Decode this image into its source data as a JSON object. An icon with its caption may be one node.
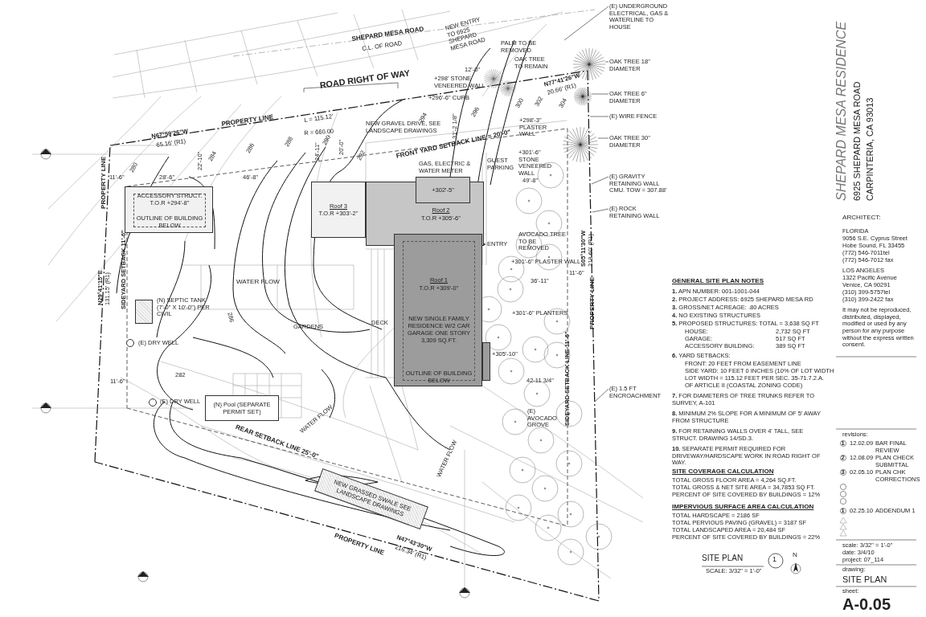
{
  "diagram": {
    "nodes": [
      {
        "text": [
          "Roof 3",
          "T.O.R +303'-2\""
        ]
      },
      {
        "text": [
          "Roof 2",
          "T.O.R +305'-6\""
        ]
      },
      {
        "text": [
          "+302'-5\""
        ]
      },
      {
        "text": [
          "Roof 1",
          "T.O.R +309'-0\"",
          "NEW SINGLE FAMILY RESIDENCE W/2 CAR GARAGE ONE STORY 3,309 SQ.FT.",
          "OUTLINE OF BUILDING BELOW"
        ]
      },
      {
        "text": [],
        "shape": "box",
        "beside": [
          "+305'-10\""
        ]
      },
      {
        "text": [
          "ACCESSORY STRUCT. T.O.R +294'-8\"",
          "OUTLINE OF BUILDING BELOW"
        ]
      },
      {
        "text": [
          "(N) Pool (SEPARATE PERMIT SET)"
        ]
      },
      {
        "text": [],
        "shape": "box",
        "beside": [
          "(N) SEPTIC TANK (7'-0\" X 10'-0\") PER CIVIL"
        ]
      },
      {
        "text": [
          "NEW GRASSED SWALE SEE LANDSCAPE DRAWINGS"
        ]
      },
      {
        "text": [],
        "shape": "circle",
        "beside": [
          "(E) DRY WELL"
        ]
      },
      {
        "text": [],
        "shape": "circle",
        "beside": [
          "(E) DRY WELL"
        ]
      },
      {
        "text": [
          "(E) UNDERGROUND ELECTRICAL, GAS & WATERLINE TO HOUSE"
        ]
      },
      {
        "text": [
          "OAK TREE 18\" DIAMETER"
        ]
      },
      {
        "text": [
          "OAK TREE 6\" DIAMETER"
        ]
      },
      {
        "text": [
          "(E) WIRE FENCE"
        ]
      },
      {
        "text": [
          "OAK TREE 30\" DIAMETER"
        ]
      },
      {
        "text": [
          "(E) GRAVITY RETAINING WALL CMU. TOW = 307.88'"
        ]
      },
      {
        "text": [
          "(E) ROCK RETAINING WALL"
        ]
      },
      {
        "text": [
          "(E) 1.5 FT ENCROACHMENT"
        ]
      },
      {
        "text": [
          "ENTRY"
        ]
      },
      {
        "text": [],
        "shape": "picture"
      },
      {
        "text": [],
        "shape": "picture"
      },
      {
        "text": [],
        "shape": "picture"
      }
    ],
    "edges": [
      {
        "from": 11,
        "to": null,
        "arrow": "none"
      },
      {
        "from": 12,
        "to": 20,
        "arrow": "none"
      },
      {
        "from": 13,
        "to": 21,
        "arrow": "none"
      },
      {
        "from": 14,
        "to": null,
        "arrow": "none"
      },
      {
        "from": 15,
        "to": 22,
        "arrow": "none"
      },
      {
        "from": 16,
        "to": null,
        "arrow": "none"
      },
      {
        "from": 17,
        "to": null,
        "arrow": "none"
      },
      {
        "from": 18,
        "to": null,
        "arrow": "none"
      },
      {
        "from": 19,
        "to": 3,
        "arrow": "to"
      }
    ],
    "labels": [
      "SHEPARD MESA ROAD",
      "C.L. OF ROAD",
      "ROAD RIGHT OF WAY",
      "PROPERTY LINE",
      "L = 115.12'",
      "R = 660.00",
      "N67°59'26\"W",
      "65.16' (R1)",
      "NEW ENTRY TO 6925 SHEPARD MESA ROAD",
      "PALM TO BE REMOVED",
      "OAK TREE TO REMAIN",
      "12'-0\"",
      "+298' STONE VENEERED WALL",
      "+296'-6\" CURB",
      "N77°41'26\"W",
      "20.66' (R1)",
      "NEW GRAVEL DRIVE, SEE LANDSCAPE DRAWINGS",
      "FRONT YARD SETBACK LINE = 20'-0\"",
      "GAS, ELECTRIC & WATER METER",
      "GUEST PARKING",
      "+298'-3\" PLASTER WALL",
      "+301'-6\" STONE VENEERED WALL",
      "49'-8\"",
      "AVOCADO TREE TO BE REMOVED",
      "+301'-6\" PLASTER WALL",
      "11'-6\"",
      "36'-11\"",
      "+301'-6\" PLANTERS",
      "42-11 3/4\"",
      "(E) AVOCADO GROVE",
      "SIDEYARD SETBACK LINE 11'-6\"",
      "PROPERTY LINE",
      "S05°11'30\"W",
      "218.60' (R1)",
      "11'-6\"",
      "28'-6\"",
      "46'-8\"",
      "22'-10\"",
      "24'-11\"",
      "20'-0\"",
      "31'-2 1/8\"",
      "PROPERTY LINE",
      "N29°41'15\"E",
      "131.15' (R1)",
      "SIDEYARD SETBACK 11'-6\"",
      "WATER FLOW",
      "GARDENS",
      "DECK",
      "WATER FLOW",
      "WATER FLOW",
      "11'-6\"",
      "REAR SETBACK LINE 25'-0\"",
      "PROPERTY LINE",
      "N47°43'30\"W",
      "216.34' (R1)",
      "280",
      "284",
      "286",
      "288",
      "290",
      "292",
      "294",
      "296",
      "300",
      "302",
      "304",
      "282",
      "286",
      "GENERAL SITE PLAN NOTES",
      "**1.** APN NUMBER: 001-1001-044",
      "**2.** PROJECT ADDRESS: 6925 SHEPARD MESA RD",
      "**3.** GROSS/NET ACREAGE: .80 ACRES",
      "**4.** NO EXISTING STRUCTURES",
      "**5.** PROPOSED STRUCTURES: TOTAL = 3,638 SQ FT",
      "HOUSE:",
      "2,732 SQ FT",
      "GARAGE:",
      "517 SQ FT",
      "ACCESSORY BUILDING:",
      "389 SQ FT",
      "**6.** YARD SETBACKS:",
      "FRONT: 20 FEET FROM EASEMENT LINE",
      "SIDE YARD: 10 FEET 0 INCHES (10% OF LOT WIDTH",
      "LOT WIDTH = 115.12 FEET PER SEC. 35-71.7.2.A. OF ARTICLE II (COASTAL ZONING CODE)",
      "**7.** FOR DIAMETERS OF TREE TRUNKS REFER TO SURVEY, A-101",
      "**8.** MINIMUM 2% SLOPE FOR A MINIMUM OF 5' AWAY FROM STRUCTURE",
      "**9.** FOR RETAINING WALLS OVER 4' TALL, SEE STRUCT. DRAWING 14/SD.3.",
      "**10.** SEPARATE PERMIT REQUIRED FOR DRIVEWAY/HARDSCAPE WORK IN ROAD RIGHT OF WAY.",
      "SITE COVERAGE CALCULATION",
      "TOTAL GROSS FLOOR AREA = 4,264 SQ.FT.",
      "TOTAL GROSS & NET SITE AREA = 34,7853 SQ FT.",
      "PERCENT OF SITE COVERED BY BUILDINGS = 12%",
      "IMPERVIOUS SURFACE AREA CALCULATION",
      "TOTAL HARDSCAPE = 2186 SF",
      "TOTAL PERVIOUS PAVING (GRAVEL) = 3187 SF",
      "TOTAL LANDSCAPED AREA = 20,484 SF",
      "PERCENT OF SITE COVERED BY BUILDINGS = 22%",
      "N",
      "SITE PLAN",
      "SCALE: 3/32\" = 1'-0\"",
      "1",
      "SHEPARD MESA RESIDENCE",
      "6925 SHEPARD MESA ROAD",
      "CARPINTERIA, CA 93013",
      "ARCHITECT:",
      "FLORIDA",
      "9056 S.E. Cyprus Street",
      "Hobe Sound, FL 33455",
      "(772) 546-7011tel",
      "(772) 546-7012 fax",
      "LOS ANGELES",
      "1322 Pacific Avenue",
      "Venice, CA 90291",
      "(310) 399-5757tel",
      "(310) 399-2422 fax",
      "It may not be reproduced, distributed, displayed, modified or used by any person for any purpose without the express written consent.",
      "revisions:",
      "1",
      "12.02.09",
      "BAR FINAL REVIEW",
      "2",
      "12.08.09",
      "PLAN CHECK SUBMITTAL",
      "3",
      "02.05.10",
      "PLAN CHK CORRECTIONS",
      "1",
      "02.25.10",
      "ADDENDUM 1",
      "scale: 3/32\" = 1'-0\"",
      "date: 3/4/10",
      "project: 07_114",
      "drawing:",
      "SITE PLAN",
      "sheet:",
      "A-0.05"
    ]
  }
}
